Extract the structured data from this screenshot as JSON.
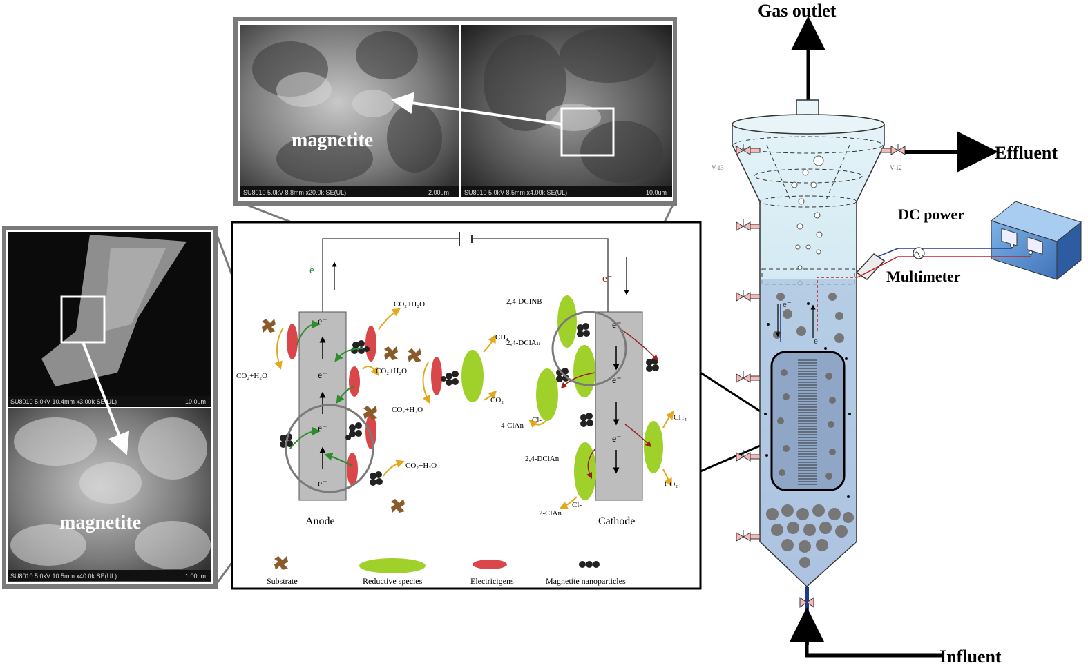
{
  "labels": {
    "gas_outlet": "Gas outlet",
    "effluent": "Effluent",
    "influent": "Influent",
    "dc_power": "DC power",
    "multimeter": "Multimeter",
    "valve_left": "V-13",
    "valve_right": "V-12"
  },
  "sem": {
    "top_left_info": "SU8010 5.0kV 8.8mm x20.0k SE(UL)",
    "top_left_scale": "2.00um",
    "top_right_info": "SU8010 5.0kV 8.5mm x4.00k SE(UL)",
    "top_right_scale": "10.0um",
    "left_top_info": "SU8010 5.0kV 10.4mm x3.00k SE(UL)",
    "left_top_scale": "10.0um",
    "left_bottom_info": "SU8010 5.0kV 10.5mm x40.0k SE(UL)",
    "left_bottom_scale": "1.00um",
    "magnetite": "magnetite"
  },
  "electrodes": {
    "anode": "Anode",
    "cathode": "Cathode",
    "electron": "e⁻"
  },
  "chem": {
    "co2h2o": "CO₂+H₂O",
    "ch4": "CH₄",
    "co2": "CO₂",
    "dcinb": "2,4-DCINB",
    "dclan": "2,4-DClAn",
    "clan4": "4-ClAn",
    "clan2": "2-ClAn",
    "cl": "Cl-"
  },
  "legend": {
    "substrate": "Substrate",
    "reductive": "Reductive species",
    "electricigens": "Electricigens",
    "magnetite": "Magnetite nanoparticles"
  },
  "colors": {
    "electricigen": "#d9474a",
    "reductive": "#9fd12a",
    "substrate": "#8b5a2b",
    "electrode": "#bdbdbd",
    "reactor_top": "#d9eef6",
    "reactor_bottom": "#b9cde6",
    "power_box": "#5b8fd0"
  }
}
